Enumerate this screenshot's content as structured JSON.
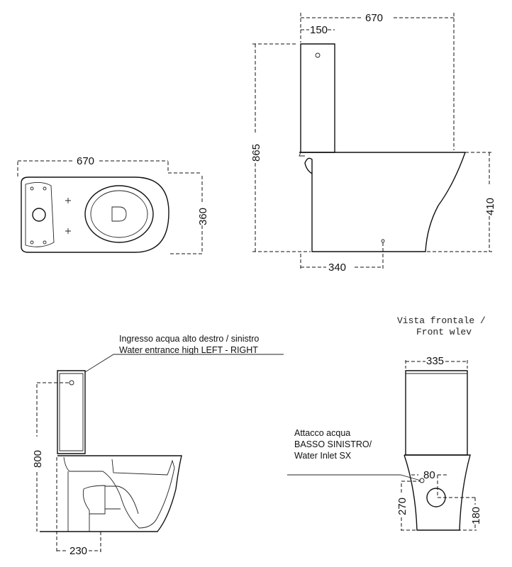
{
  "top_view": {
    "width_dim": "670",
    "depth_dim": "360"
  },
  "side_view": {
    "length_dim": "670",
    "tank_dim": "150",
    "height_dim": "865",
    "bowl_height_dim": "410",
    "outlet_dim": "340"
  },
  "section_view": {
    "inlet_label_line1": "Ingresso acqua alto destro / sinistro",
    "inlet_label_line2": "Water entrance high LEFT - RIGHT",
    "inlet_height_dim": "800",
    "outlet_dim": "230"
  },
  "front_view": {
    "title_line1": "Vista frontale /",
    "title_line2": "Front wlev",
    "width_dim": "335",
    "inlet_label_line1": "Attacco acqua",
    "inlet_label_line2": "BASSO SINISTRO/",
    "inlet_label_line3": "Water Inlet SX",
    "inlet_offset_dim": "80",
    "inlet_height_dim": "270",
    "outlet_height_dim": "180"
  }
}
